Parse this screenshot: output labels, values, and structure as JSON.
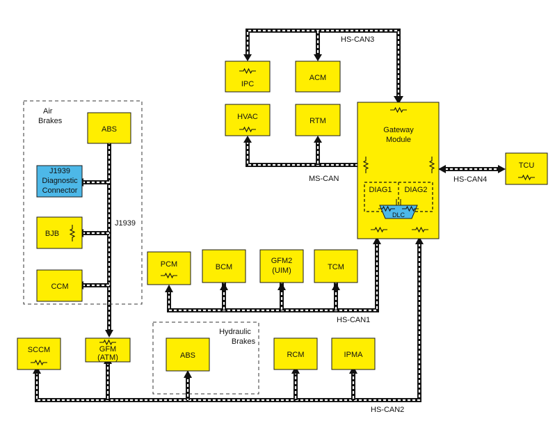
{
  "modules": {
    "ipc": "IPC",
    "acm": "ACM",
    "hvac": "HVAC",
    "rtm": "RTM",
    "gateway_line1": "Gateway",
    "gateway_line2": "Module",
    "diag1": "DIAG1",
    "diag2": "DIAG2",
    "dlc": "DLC",
    "tcu": "TCU",
    "abs_air": "ABS",
    "j1939_line1": "J1939",
    "j1939_line2": "Diagnostic",
    "j1939_line3": "Connector",
    "bjb": "BJB",
    "ccm": "CCM",
    "pcm": "PCM",
    "bcm": "BCM",
    "gfm2_line1": "GFM2",
    "gfm2_line2": "(UIM)",
    "tcm": "TCM",
    "sccm": "SCCM",
    "gfm_line1": "GFM",
    "gfm_line2": "(ATM)",
    "abs_hyd": "ABS",
    "rcm": "RCM",
    "ipma": "IPMA"
  },
  "groups": {
    "air_line1": "Air",
    "air_line2": "Brakes",
    "hyd_line1": "Hydraulic",
    "hyd_line2": "Brakes"
  },
  "networks": {
    "hs_can3": "HS-CAN3",
    "ms_can": "MS-CAN",
    "hs_can4": "HS-CAN4",
    "j1939": "J1939",
    "hs_can1": "HS-CAN1",
    "hs_can2": "HS-CAN2"
  },
  "colors": {
    "module_fill": "#ffee00",
    "connector_fill": "#4db8e8",
    "bus_line": "#111111"
  },
  "icons": {
    "termination": "resistor-zigzag-icon",
    "bus": "twisted-pair-dashed-line",
    "arrowhead": "bus-arrow-icon"
  }
}
